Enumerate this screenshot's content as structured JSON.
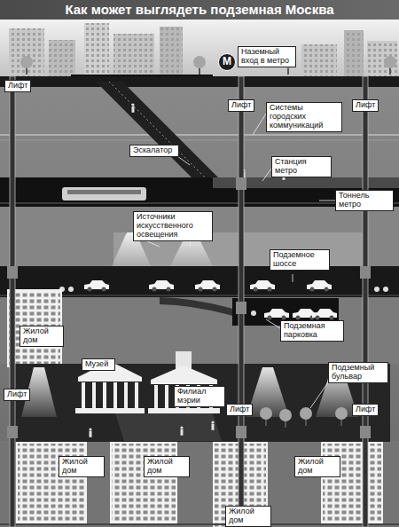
{
  "diagram": {
    "title": "Как может выглядеть подземная Москва",
    "nodes": [
      {
        "text": [
          "М"
        ]
      },
      {
        "text": [
          "Наземный вход в метро"
        ]
      },
      {
        "text": [
          "Лифт"
        ]
      },
      {
        "text": [
          "Лифт"
        ]
      },
      {
        "text": [
          "Лифт"
        ]
      },
      {
        "text": [
          "Системы городских коммуникаций"
        ]
      },
      {
        "text": [
          "Эскалатор"
        ]
      },
      {
        "text": [
          "Станция метро"
        ]
      },
      {
        "text": [
          "Тоннель метро"
        ]
      },
      {
        "text": [
          "Источники искусственного освещения"
        ]
      },
      {
        "text": [
          "Подземное шоссе"
        ]
      },
      {
        "text": [
          "Подземная парковка"
        ]
      },
      {
        "text": [
          "Жилой дом"
        ]
      },
      {
        "text": [
          "Музей"
        ]
      },
      {
        "text": [
          "Филиал мэрии"
        ]
      },
      {
        "text": [
          "Подземный бульвар"
        ]
      },
      {
        "text": [
          "Лифт"
        ]
      },
      {
        "text": [
          "Лифт"
        ]
      },
      {
        "text": [
          "Лифт"
        ]
      },
      {
        "text": [
          "Жилой дом"
        ]
      },
      {
        "text": [
          "Жилой дом"
        ]
      },
      {
        "text": [
          "Жилой дом"
        ]
      },
      {
        "text": [
          "Жилой дом"
        ]
      }
    ]
  }
}
